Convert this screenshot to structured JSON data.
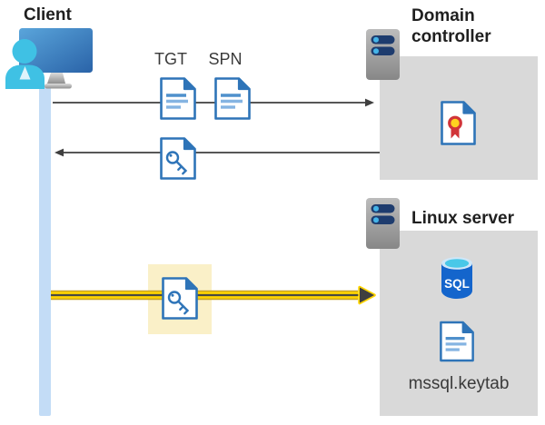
{
  "client": {
    "label": "Client",
    "icon": "monitor-user-icon"
  },
  "domain_controller": {
    "label": "Domain controller",
    "icon": "server-icon",
    "certificate_icon": "certificate-icon"
  },
  "linux_server": {
    "label": "Linux server",
    "icon": "server-icon",
    "sql_icon": "sql-database-icon",
    "sql_label": "SQL",
    "keytab_icon": "document-icon",
    "keytab_label": "mssql.keytab"
  },
  "tickets": {
    "tgt_label": "TGT",
    "spn_label": "SPN",
    "tgt_icon": "document-icon",
    "spn_icon": "document-icon",
    "service_ticket_icon": "key-document-icon",
    "highlighted_service_ticket_icon": "key-document-icon"
  },
  "colors": {
    "highlight_yellow": "#ffd400",
    "highlight_yellow_edge": "#c9a425",
    "highlight_box_yellow": "#faf0c8",
    "client_lane_blue": "#c3dcf6",
    "server_box_gray": "#d9d9d9",
    "arrow_gray": "#3f3f3f",
    "icon_blue": "#2e74b8",
    "sql_body_blue": "#1465cc",
    "sql_top_cyan": "#49c8e8",
    "certificate_red": "#d13438",
    "certificate_gold": "#ffd21f",
    "server_bar_navy": "#1e3c6e",
    "server_dot_blue": "#45b4e8",
    "person_cyan": "#3fc1e4"
  }
}
